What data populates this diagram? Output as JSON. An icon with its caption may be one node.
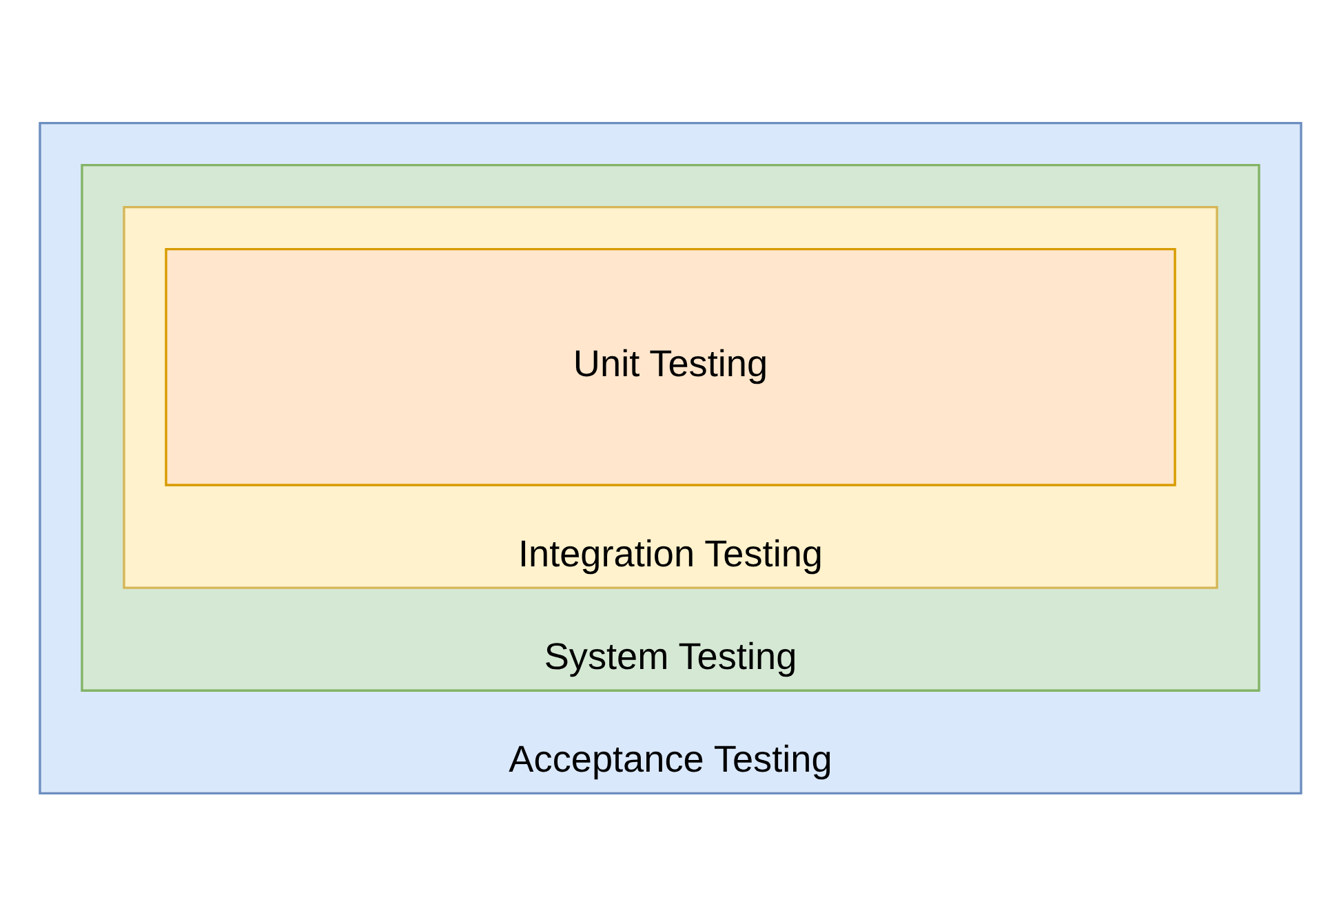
{
  "diagram": {
    "nodes": [
      {
        "text": [
          "Acceptance Testing"
        ]
      },
      {
        "text": [
          "System Testing"
        ],
        "in": 0
      },
      {
        "text": [
          "Integration Testing"
        ],
        "in": 1
      },
      {
        "text": [
          "Unit Testing"
        ],
        "in": 2
      }
    ]
  }
}
